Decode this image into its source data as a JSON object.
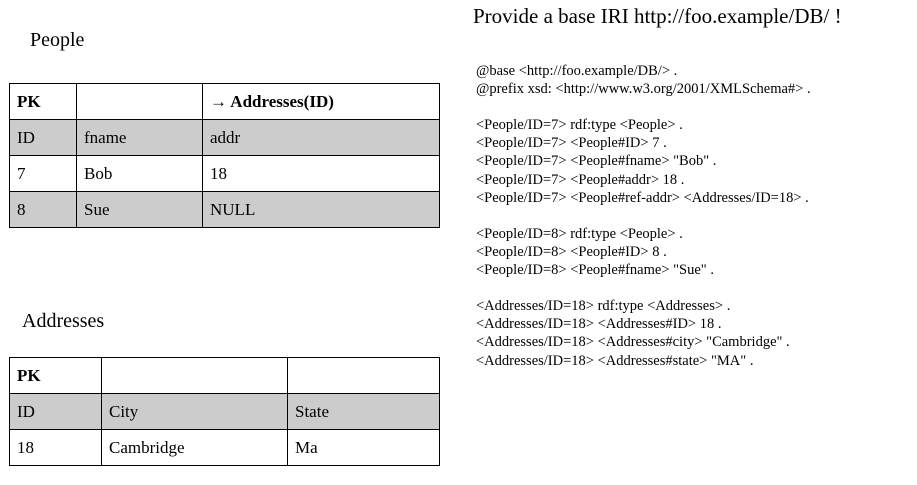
{
  "left": {
    "people": {
      "caption": "People",
      "rows": [
        {
          "shaded": false,
          "header": true,
          "cells": [
            "PK",
            "",
            "→ Addresses(ID)"
          ]
        },
        {
          "shaded": true,
          "header": false,
          "cells": [
            "ID",
            "fname",
            "addr"
          ]
        },
        {
          "shaded": false,
          "header": false,
          "cells": [
            "7",
            "Bob",
            "18"
          ]
        },
        {
          "shaded": true,
          "header": false,
          "cells": [
            "8",
            "Sue",
            "NULL"
          ]
        }
      ]
    },
    "addresses": {
      "caption": "Addresses",
      "rows": [
        {
          "shaded": false,
          "header": true,
          "cells": [
            "PK",
            "",
            ""
          ]
        },
        {
          "shaded": true,
          "header": false,
          "cells": [
            "ID",
            "City",
            "State"
          ]
        },
        {
          "shaded": false,
          "header": false,
          "cells": [
            "18",
            "Cambridge",
            "Ma"
          ]
        }
      ]
    }
  },
  "right": {
    "heading": "Provide a base IRI http://foo.example/DB/ !",
    "turtle_lines": [
      "@base <http://foo.example/DB/> .",
      "@prefix xsd: <http://www.w3.org/2001/XMLSchema#> .",
      "",
      "<People/ID=7> rdf:type <People> .",
      "<People/ID=7> <People#ID> 7 .",
      "<People/ID=7> <People#fname> \"Bob\" .",
      "<People/ID=7> <People#addr> 18 .",
      "<People/ID=7> <People#ref-addr> <Addresses/ID=18> .",
      "",
      "<People/ID=8> rdf:type <People> .",
      "<People/ID=8> <People#ID> 8 .",
      "<People/ID=8> <People#fname> \"Sue\" .",
      "",
      "<Addresses/ID=18> rdf:type <Addresses> .",
      "<Addresses/ID=18> <Addresses#ID> 18 .",
      "<Addresses/ID=18> <Addresses#city> \"Cambridge\" .",
      "<Addresses/ID=18> <Addresses#state> \"MA\" ."
    ]
  },
  "colors": {
    "page_background": "#ffffff",
    "text": "#000000",
    "table_border": "#000000",
    "row_shading": "#cccccc"
  }
}
